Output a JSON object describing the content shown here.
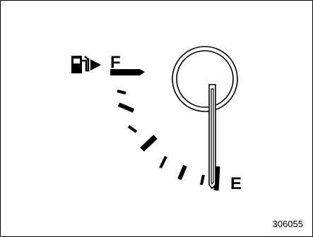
{
  "gauge": {
    "full_label": "F",
    "empty_label": "E",
    "icon": "fuel-pump-icon",
    "needle_level": 0
  },
  "figure": {
    "id": "306055"
  },
  "colors": {
    "ink": "#000000",
    "background": "#ffffff"
  }
}
